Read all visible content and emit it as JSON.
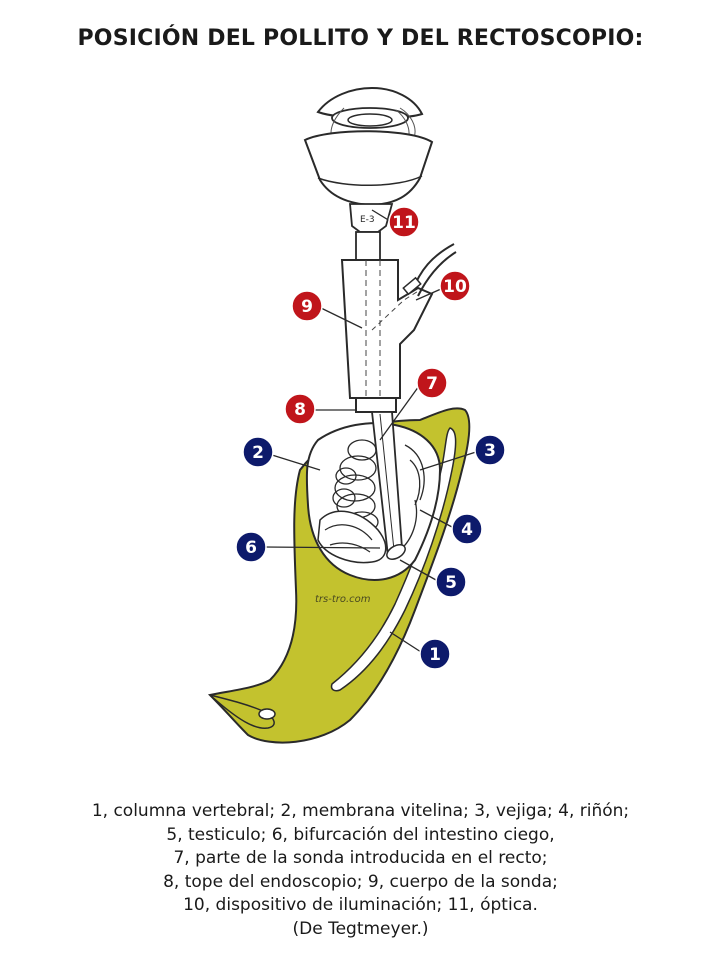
{
  "title": "POSICIÓN DEL POLLITO Y DEL RECTOSCOPIO:",
  "watermark": "trs-tro.com",
  "colors": {
    "red_badge": "#c0151b",
    "blue_badge": "#0d1a6b",
    "chick_fill": "#c3c22e",
    "outline": "#2a2a2a"
  },
  "labels": {
    "l1": "1",
    "l2": "2",
    "l3": "3",
    "l4": "4",
    "l5": "5",
    "l6": "6",
    "l7": "7",
    "l8": "8",
    "l9": "9",
    "l10": "10",
    "l11": "11"
  },
  "caption": [
    "1, columna vertebral; 2, membrana vitelina; 3, vejiga; 4, riñón;",
    "5, testiculo; 6, bifurcación del intestino ciego,",
    "7, parte de la sonda introducida en el recto;",
    "8, tope del endoscopio; 9, cuerpo de la sonda;",
    "10, dispositivo de iluminación; 11, óptica.",
    "(De Tegtmeyer.)"
  ]
}
